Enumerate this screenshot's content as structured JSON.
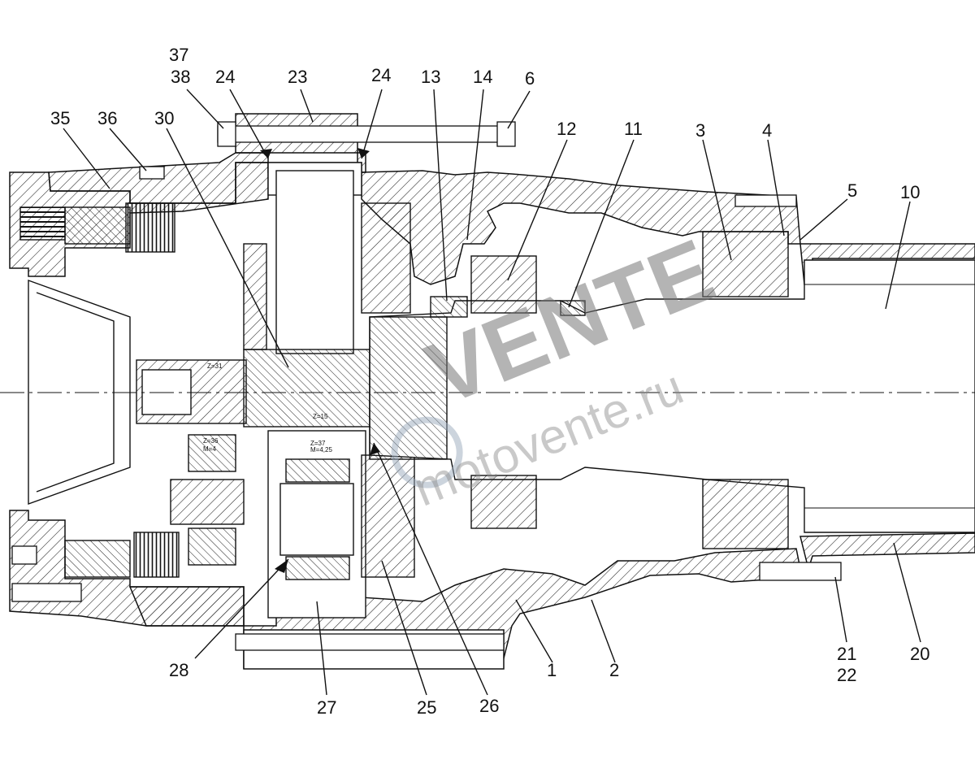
{
  "callouts": [
    "37",
    "38",
    "24",
    "23",
    "24",
    "13",
    "14",
    "6",
    "35",
    "36",
    "30",
    "12",
    "11",
    "3",
    "4",
    "5",
    "10",
    "28",
    "27",
    "25",
    "26",
    "1",
    "2",
    "21",
    "22",
    "20"
  ],
  "small_labels": [
    "Z=31",
    "Z=15",
    "Z=36",
    "M=4",
    "Z=37",
    "M=4,25"
  ],
  "watermark": {
    "main": "VENTE",
    "site": "motovente.ru"
  },
  "colors": {
    "line": "#111111",
    "hatch": "#222222",
    "watermark": "#777777"
  }
}
